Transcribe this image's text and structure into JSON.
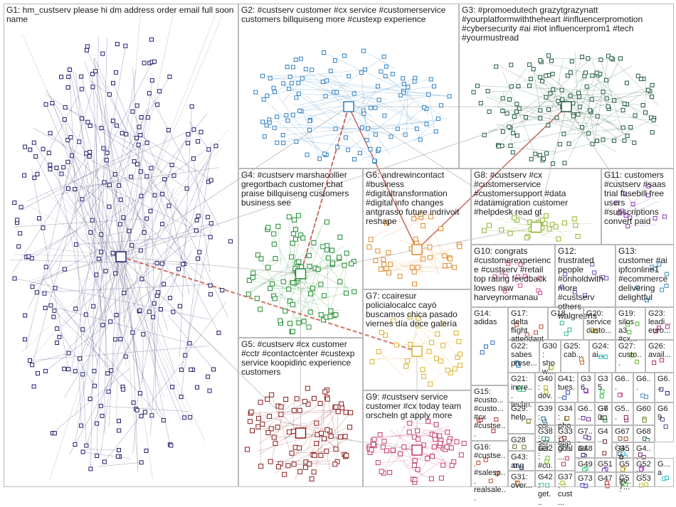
{
  "graph": {
    "background": "#ffffff",
    "box_border_color": "#b9b9b9",
    "edge_color": "#9c9c9c",
    "groups": [
      {
        "id": "G1",
        "label": "G1: hm_custserv please hi dm address order email full soon name",
        "color": "#1d1d6b",
        "density": 260
      },
      {
        "id": "G2",
        "label": "G2: #custserv customer #cx service #customerservice customers billquiseng more #custexp experience",
        "color": "#2f7fc2",
        "density": 110
      },
      {
        "id": "G3",
        "label": "G3: #promoedutech grazytgrazynatt #yourplatformwiththeheart #influencerpromotion #cybersecurity #ai #iot influencerprom1 #tech #yourmustread",
        "color": "#1f5a3b",
        "density": 130
      },
      {
        "id": "G4",
        "label": "G4: #custserv marshacollier gregortbach customer chat praise billquiseng customers business see",
        "color": "#1f8a2e",
        "density": 90
      },
      {
        "id": "G5",
        "label": "G5: #custserv #cx customer #cctr #contactcenter #custexp service koopidinc experience customers",
        "color": "#8b1d1d",
        "density": 80
      },
      {
        "id": "G6",
        "label": "G6: andrewincontact #business #digitaltransformation #digital info changes antgrasso future indrivoit reshape",
        "color": "#e08a2e",
        "density": 40
      },
      {
        "id": "G7",
        "label": "G7: ccairesur policialocalcc cayó buscamos chica pasado viernes día doce galería",
        "color": "#d9b12a",
        "density": 30
      },
      {
        "id": "G8",
        "label": "G8: #custserv #cx #customerservice #customersupport #data #datamigration customer #helpdesk read gt",
        "color": "#8db52e",
        "density": 25
      },
      {
        "id": "G9",
        "label": "G9: #custserv service customer #cx today team orscheln gt apply more",
        "color": "#c23a6a",
        "density": 60
      },
      {
        "id": "G10",
        "label": "G10: congrats #customerexperience #custserv #retail top rating feedback lowes nsw harveynormanau",
        "color": "#d64a8a",
        "density": 12
      },
      {
        "id": "G11",
        "label": "G11: customers #custserv #saas trial fusebill free users #subscriptions convert paid",
        "color": "#8a3ab8",
        "density": 12
      },
      {
        "id": "G12",
        "label": "G12: frustrated people #onholdwith more #custserv others walgreens",
        "color": "#6a4ab8",
        "density": 8
      },
      {
        "id": "G13",
        "label": "G13: customer #ai ipfconline1 #ecommerce delivering delightful",
        "color": "#3a8ab8",
        "density": 8
      },
      {
        "id": "G14",
        "label": "G14: adidas",
        "color": "#2a6ab8",
        "density": 3
      },
      {
        "id": "G17",
        "label": "G17: delta flight attendant",
        "color": "#b84a2a",
        "density": 4
      },
      {
        "id": "G18",
        "label": "G18",
        "color": "#2ab88a",
        "density": 3
      },
      {
        "id": "G20",
        "label": "G20: service custo...",
        "color": "#b8a42a",
        "density": 3
      },
      {
        "id": "G19",
        "label": "G19: silos a3 #cx...",
        "color": "#4ab82a",
        "density": 3
      },
      {
        "id": "G23",
        "label": "G23: leadi... euro...",
        "color": "#b82a8a",
        "density": 3
      },
      {
        "id": "G22",
        "label": "G22: sabes prese...",
        "color": "#2a8ab8",
        "density": 3
      },
      {
        "id": "G30",
        "label": "G30: show...",
        "color": "#8ab82a",
        "density": 2
      },
      {
        "id": "G25",
        "label": "G25: cab...",
        "color": "#b86a2a",
        "density": 2
      },
      {
        "id": "G24",
        "label": "G24: ai...",
        "color": "#2ab8b8",
        "density": 2
      },
      {
        "id": "G27",
        "label": "G27: custo...",
        "color": "#6ab82a",
        "density": 2
      },
      {
        "id": "G26",
        "label": "G26: avail...",
        "color": "#b82a4a",
        "density": 2
      },
      {
        "id": "G21",
        "label": "G21: incre... techn...",
        "color": "#2ab86a",
        "density": 3
      },
      {
        "id": "G40",
        "label": "G40: dov...",
        "color": "#b8b82a",
        "density": 2
      },
      {
        "id": "G41",
        "label": "G41: tues...",
        "color": "#2a4ab8",
        "density": 2
      },
      {
        "id": "G36",
        "label": "G36",
        "color": "#8a2ab8",
        "density": 2
      },
      {
        "id": "G35",
        "label": "G35",
        "color": "#2ab84a",
        "density": 2
      },
      {
        "id": "G6b",
        "label": "G6...",
        "color": "#b84a8a",
        "density": 2
      },
      {
        "id": "G6c",
        "label": "G6...",
        "color": "#4a8ab8",
        "density": 2
      },
      {
        "id": "G15",
        "label": "G15: #custo... #custo... #cx #custse...",
        "color": "#b82a2a",
        "density": 4
      },
      {
        "id": "G39",
        "label": "G39: col... ser...",
        "color": "#2a6a8a",
        "density": 2
      },
      {
        "id": "G34",
        "label": "G34: pho... app",
        "color": "#8a6a2a",
        "density": 2
      },
      {
        "id": "G6d",
        "label": "G6...",
        "color": "#6a2a8a",
        "density": 2
      },
      {
        "id": "G6e",
        "label": "G6...",
        "color": "#2a8a6a",
        "density": 2
      },
      {
        "id": "G5x",
        "label": "G5...",
        "color": "#8a2a6a",
        "density": 2
      },
      {
        "id": "G60",
        "label": "G60",
        "color": "#6a8a2a",
        "density": 2
      },
      {
        "id": "G6f",
        "label": "G6...",
        "color": "#2a2a8a",
        "density": 2
      },
      {
        "id": "G29",
        "label": "G29: help...",
        "color": "#8a8a2a",
        "density": 2
      },
      {
        "id": "G38",
        "label": "G38: ser...",
        "color": "#2a8a8a",
        "density": 2
      },
      {
        "id": "G33",
        "label": "G33: goal...",
        "color": "#8a2a2a",
        "density": 2
      },
      {
        "id": "G7x",
        "label": "G7... ad...",
        "color": "#4a2a8a",
        "density": 2
      },
      {
        "id": "G70",
        "label": "G70",
        "color": "#2a4a2a",
        "density": 2
      },
      {
        "id": "G67",
        "label": "G67",
        "color": "#8a4a2a",
        "density": 2
      },
      {
        "id": "G68",
        "label": "G68",
        "color": "#2a6a4a",
        "density": 2
      },
      {
        "id": "G69",
        "label": "G69",
        "color": "#4a4a8a",
        "density": 2
      },
      {
        "id": "G28",
        "label": "G28",
        "color": "#6a6a2a",
        "density": 2
      },
      {
        "id": "G48",
        "label": "G48",
        "color": "#2a2a6a",
        "density": 2
      },
      {
        "id": "G4x",
        "label": "G4...",
        "color": "#6a2a2a",
        "density": 2
      },
      {
        "id": "G4y",
        "label": "G4...",
        "color": "#2a6a6a",
        "density": 2
      },
      {
        "id": "G4z",
        "label": "G4...",
        "color": "#6a2a6a",
        "density": 2
      },
      {
        "id": "G16",
        "label": "G16: #custse... #salesp... realsale...",
        "color": "#c24a2a",
        "density": 4
      },
      {
        "id": "G43",
        "label": "G43: ang",
        "color": "#2a6ac2",
        "density": 2
      },
      {
        "id": "G32",
        "label": "G32: #cu...",
        "color": "#6ac22a",
        "density": 2
      },
      {
        "id": "G7y",
        "label": "G7...",
        "color": "#c22a6a",
        "density": 2
      },
      {
        "id": "G49",
        "label": "G49",
        "color": "#2ac26a",
        "density": 2
      },
      {
        "id": "G51",
        "label": "G51",
        "color": "#6a2ac2",
        "density": 2
      },
      {
        "id": "G5y",
        "label": "G5... #v...",
        "color": "#c2a22a",
        "density": 2
      },
      {
        "id": "G56",
        "label": "G56",
        "color": "#2aa2c2",
        "density": 2
      },
      {
        "id": "G52",
        "label": "G52: ...",
        "color": "#a22ac2",
        "density": 2
      },
      {
        "id": "G31",
        "label": "G31: over...",
        "color": "#c26a2a",
        "density": 2
      },
      {
        "id": "G42",
        "label": "G42: get...",
        "color": "#2ac2a2",
        "density": 2
      },
      {
        "id": "G37",
        "label": "G37: cust...",
        "color": "#a2c22a",
        "density": 2
      },
      {
        "id": "G73",
        "label": "G73",
        "color": "#2a2ac2",
        "density": 2
      },
      {
        "id": "G47",
        "label": "G47",
        "color": "#c22a2a",
        "density": 2
      },
      {
        "id": "G57",
        "label": "G57...",
        "color": "#2ac22a",
        "density": 2
      },
      {
        "id": "G53",
        "label": "G53",
        "color": "#c2c22a",
        "density": 2
      },
      {
        "id": "G6g",
        "label": "G... a",
        "color": "#2ac2c2",
        "density": 2
      }
    ]
  }
}
